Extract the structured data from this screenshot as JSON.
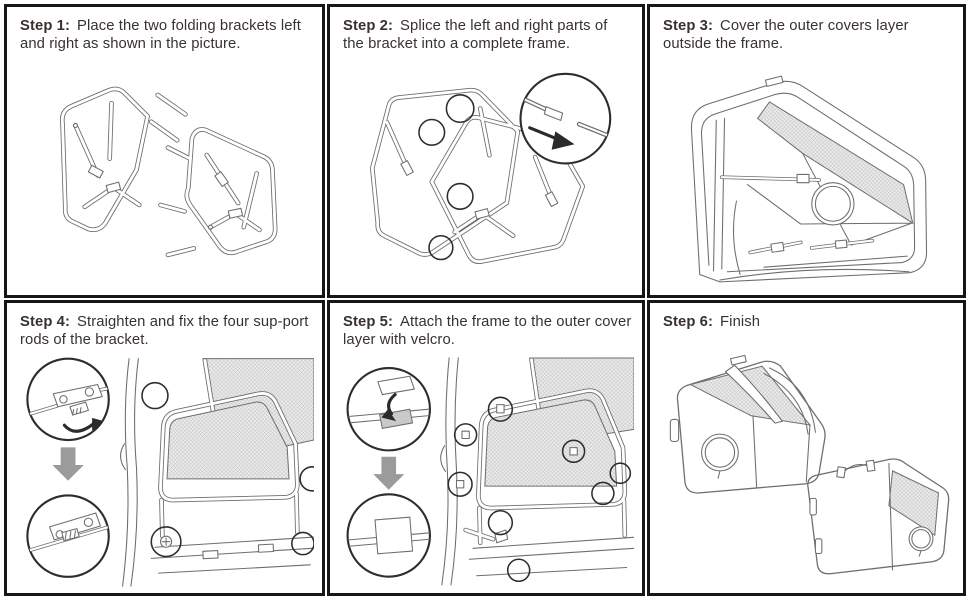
{
  "separator": ":",
  "steps": [
    {
      "label": "Step 1",
      "text": "Place the two folding brackets left and right as shown in the picture."
    },
    {
      "label": "Step 2",
      "text": "Splice the left and right parts of the bracket into a complete frame."
    },
    {
      "label": "Step 3",
      "text": "Cover the outer covers layer outside the frame."
    },
    {
      "label": "Step 4",
      "text": "Straighten and fix the four sup-port rods of the bracket."
    },
    {
      "label": "Step 5",
      "text": "Attach the frame to the outer cover layer with velcro."
    },
    {
      "label": "Step 6",
      "text": "Finish"
    }
  ],
  "icons": {
    "detail-magnifier": "circle callout",
    "splice-direction-arrow": "black right arrow",
    "transform-arrow": "gray down block arrow",
    "rotate-arrow": "black curved arrow",
    "attachment-marker": "thin circle marker"
  },
  "colors": {
    "background": "#ffffff",
    "panel_border": "#161616",
    "line_art": "#6e6e6e",
    "text": "#39312e",
    "mesh_fill": "#ededed",
    "mesh_hatch": "#c6c6c6",
    "arrow_gray": "#9b9b9b",
    "arrow_black": "#2b2b2b"
  }
}
